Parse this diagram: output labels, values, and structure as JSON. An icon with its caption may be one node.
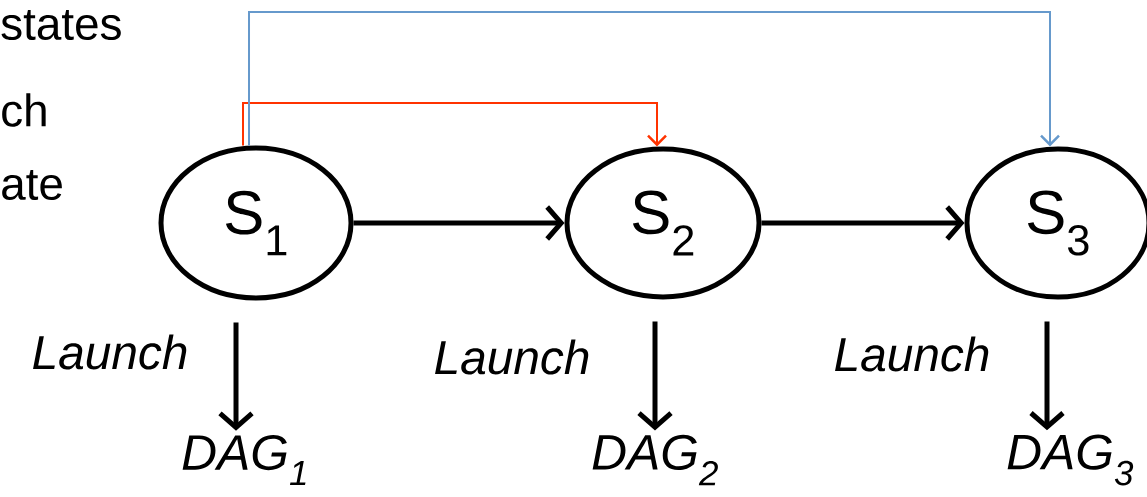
{
  "diagram": {
    "nodes": [
      {
        "text": [
          "S$_{1}$"
        ]
      },
      {
        "text": [
          "S$_{2}$"
        ]
      },
      {
        "text": [
          "S$_{3}$"
        ]
      },
      {
        "text": [
          "DAG$_{1}$"
        ]
      },
      {
        "text": [
          "DAG$_{2}$"
        ]
      },
      {
        "text": [
          "DAG$_{3}$"
        ]
      }
    ],
    "edges": [
      {
        "from": 0,
        "to": 1,
        "arrow": "to"
      },
      {
        "from": 1,
        "to": 2,
        "arrow": "to"
      },
      {
        "from": 0,
        "to": 1,
        "arrow": "to",
        "color": "#ff3300"
      },
      {
        "from": 0,
        "to": 2,
        "arrow": "to",
        "color": "#6699cc"
      },
      {
        "from": 0,
        "to": 3,
        "arrow": "to",
        "label": "Launch"
      },
      {
        "from": 1,
        "to": 4,
        "arrow": "to",
        "label": "Launch"
      },
      {
        "from": 2,
        "to": 5,
        "arrow": "to",
        "label": "Launch"
      }
    ],
    "labels": [
      "states",
      "ch",
      "ate"
    ]
  }
}
